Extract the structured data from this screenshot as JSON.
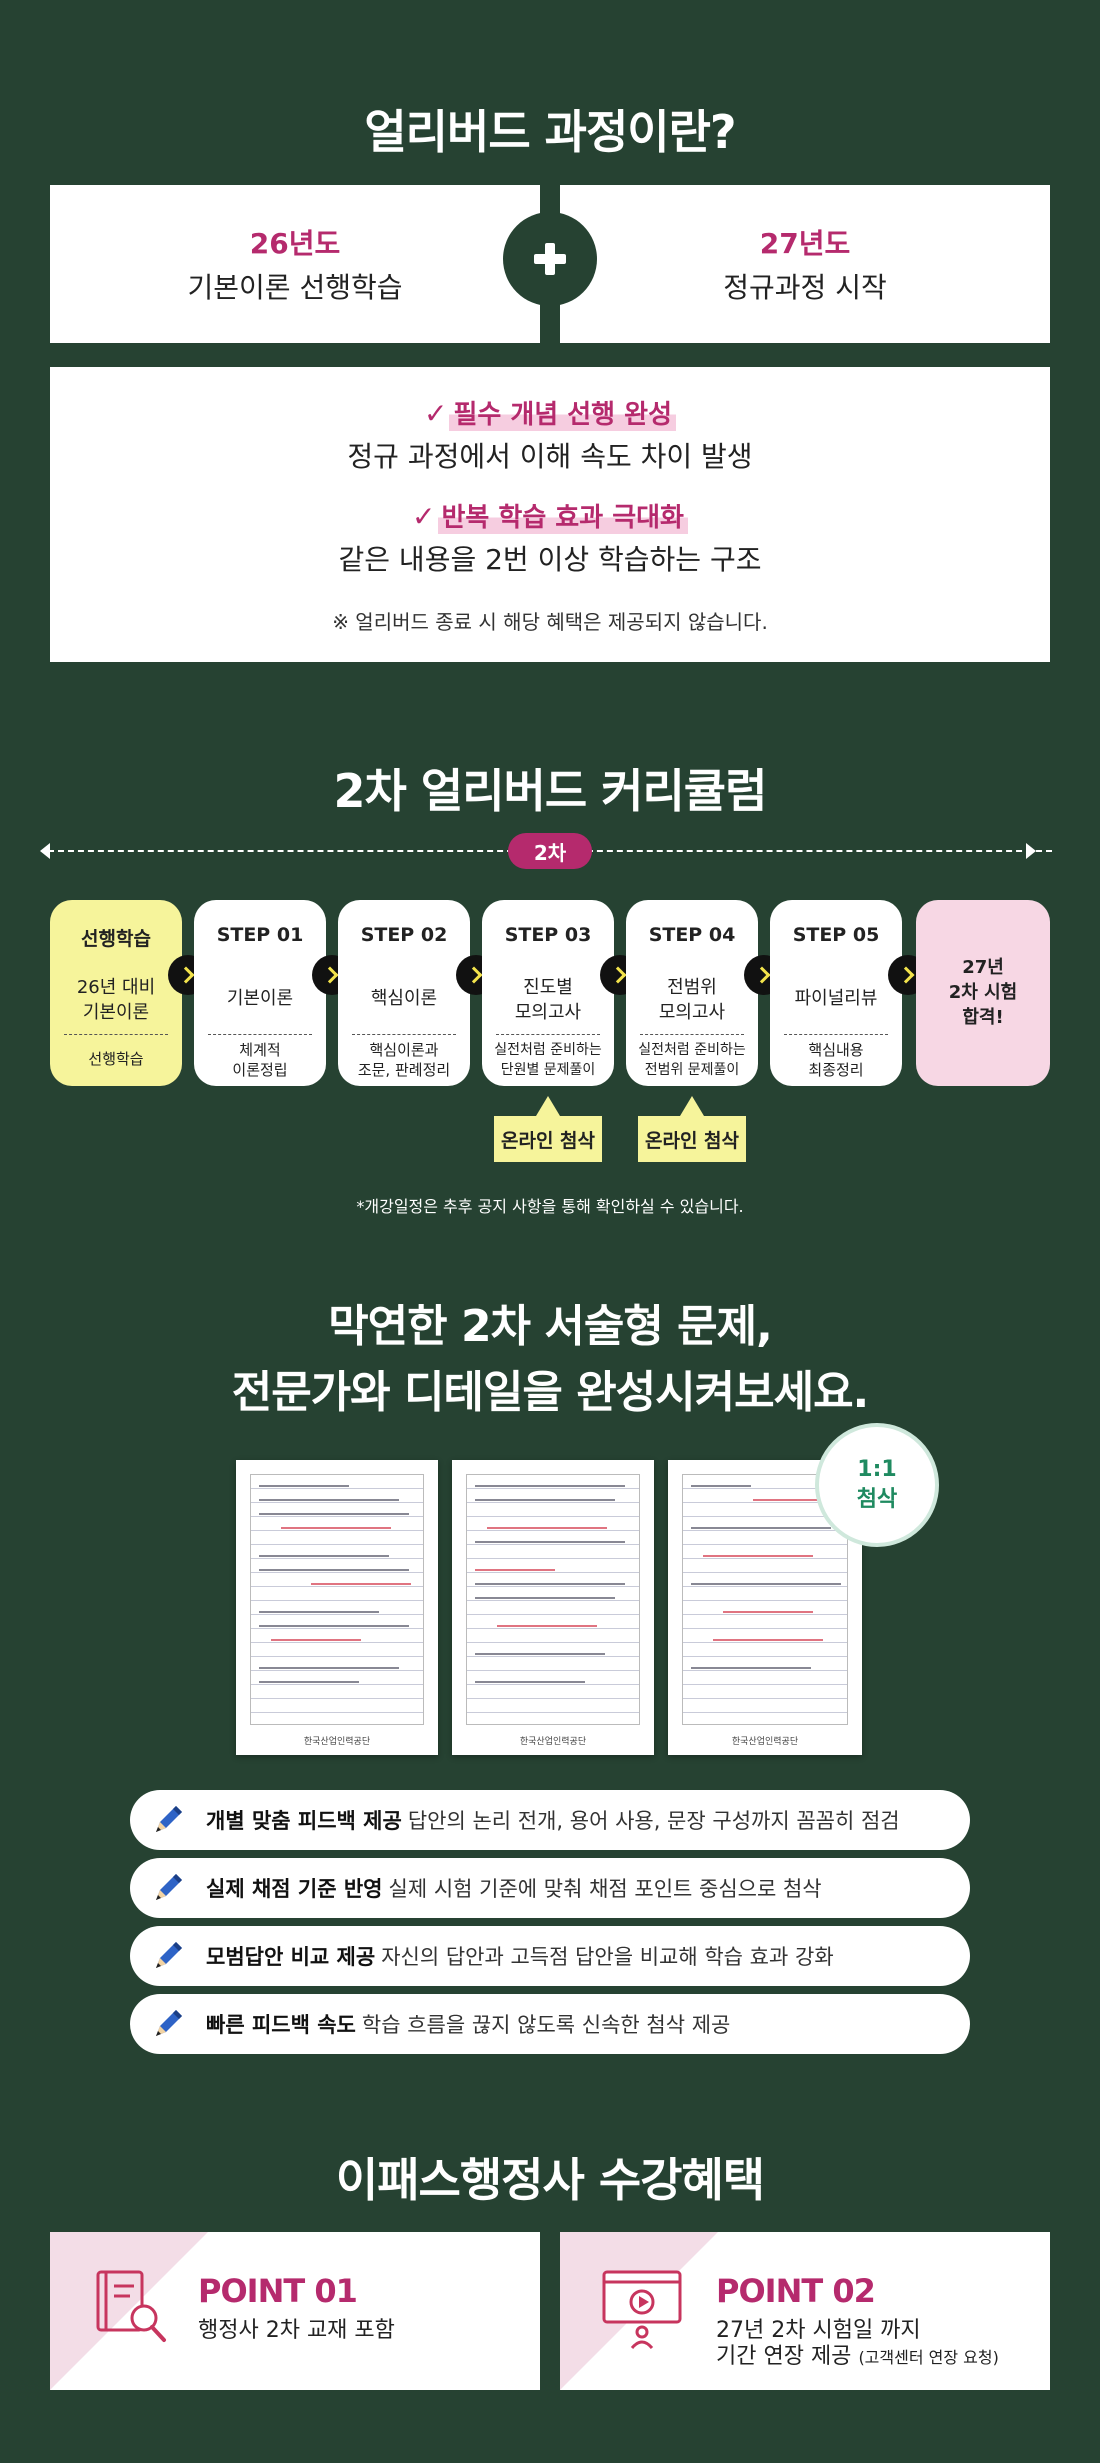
{
  "intro": {
    "title": "얼리버드 과정이란?",
    "left_year": "26년도",
    "left_sub": "기본이론 선행학습",
    "right_year": "27년도",
    "right_sub": "정규과정 시작",
    "benefits": [
      {
        "headline": "필수 개념 선행 완성",
        "desc": "정규 과정에서 이해 속도 차이 발생"
      },
      {
        "headline": "반복 학습 효과 극대화",
        "desc": "같은 내용을 2번 이상 학습하는 구조"
      }
    ],
    "notice": "※ 얼리버드 종료 시 해당 혜택은 제공되지 않습니다."
  },
  "curriculum": {
    "title": "2차 얼리버드 커리큘럼",
    "timeline_label": "2차",
    "steps": [
      {
        "title": "선행학습",
        "middle": "26년 대비\n기본이론",
        "bottom": "선행학습"
      },
      {
        "title": "STEP 01",
        "middle": "기본이론",
        "bottom": "체계적\n이론정립"
      },
      {
        "title": "STEP 02",
        "middle": "핵심이론",
        "bottom": "핵심이론과\n조문, 판례정리"
      },
      {
        "title": "STEP 03",
        "middle": "진도별\n모의고사",
        "bottom": "실전처럼 준비하는\n단원별 문제풀이"
      },
      {
        "title": "STEP 04",
        "middle": "전범위\n모의고사",
        "bottom": "실전처럼 준비하는\n전범위 문제풀이"
      },
      {
        "title": "STEP 05",
        "middle": "파이널리뷰",
        "bottom": "핵심내용\n최종정리"
      },
      {
        "title": "27년\n2차 시험\n합격!",
        "middle": "",
        "bottom": ""
      }
    ],
    "online_label_1": "온라인 첨삭",
    "online_label_2": "온라인 첨삭",
    "note": "*개강일정은 추후 공지 사항을 통해 확인하실 수 있습니다."
  },
  "feedback": {
    "title_line1": "막연한 2차 서술형 문제,",
    "title_line2": "전문가와 디테일을 완성시켜보세요.",
    "badge_line1": "1:1",
    "badge_line2": "첨삭",
    "paper_footer": "한국산업인력공단",
    "features": [
      {
        "bold": "개별 맞춤 피드백 제공",
        "text": "답안의 논리 전개, 용어 사용, 문장 구성까지 꼼꼼히 점검"
      },
      {
        "bold": "실제 채점 기준 반영",
        "text": "실제 시험 기준에 맞춰 채점 포인트 중심으로 첨삭"
      },
      {
        "bold": "모범답안 비교 제공",
        "text": "자신의 답안과 고득점 답안을 비교해 학습 효과 강화"
      },
      {
        "bold": "빠른 피드백 속도",
        "text": "학습 흐름을 끊지 않도록 신속한 첨삭 제공"
      }
    ]
  },
  "benefits_section": {
    "title": "이패스행정사 수강혜택",
    "point1_title": "POINT 01",
    "point1_desc": "행정사 2차 교재 포함",
    "point2_title": "POINT 02",
    "point2_desc_line1": "27년 2차 시험일 까지",
    "point2_desc_line2": "기간 연장 제공",
    "point2_desc_small": "(고객센터 연장 요청)"
  },
  "colors": {
    "background": "#264232",
    "accent": "#b52a6d",
    "yellow": "#f6f49b",
    "pink_light": "#f7d7e4"
  },
  "icons": [
    "plus-icon",
    "check-icon",
    "chevron-right-icon",
    "pencil-icon",
    "book-search-icon",
    "video-lecture-icon"
  ]
}
